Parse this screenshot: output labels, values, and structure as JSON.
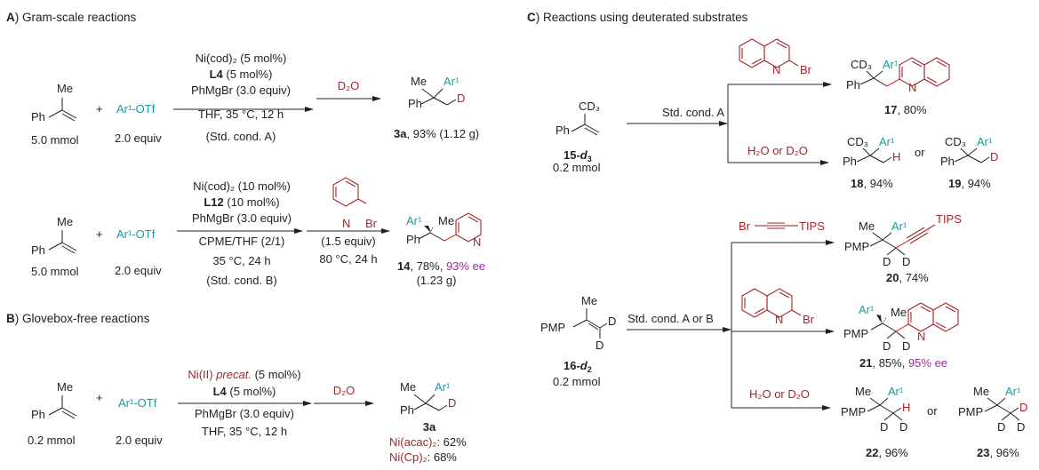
{
  "panelA": {
    "letter": "A",
    "title": ") Gram-scale reactions",
    "rxn1": {
      "substrate_me": "Me",
      "substrate_ph": "Ph",
      "substrate_amount": "5.0 mmol",
      "plus": "+",
      "reagent": "Ar¹-OTf",
      "reagent_amount": "2.0 equiv",
      "cond_line1": "Ni(cod)₂ (5 mol%)",
      "cond_line2_bold": "L4",
      "cond_line2_rest": " (5 mol%)",
      "cond_line3": "PhMgBr (3.0 equiv)",
      "cond_line4": "THF, 35 °C, 12 h",
      "cond_line5": "(Std. cond. A)",
      "quench": "D₂O",
      "product_me": "Me",
      "product_ar": "Ar¹",
      "product_ph": "Ph",
      "product_d": "D",
      "product_id": "3a",
      "product_yield": ", 93% (1.12 g)"
    },
    "rxn2": {
      "substrate_me": "Me",
      "substrate_ph": "Ph",
      "substrate_amount": "5.0 mmol",
      "plus": "+",
      "reagent": "Ar¹-OTf",
      "reagent_amount": "2.0 equiv",
      "cond_line1": "Ni(cod)₂ (10 mol%)",
      "cond_line2_bold": "L12",
      "cond_line2_rest": " (10 mol%)",
      "cond_line3": "PhMgBr (3.0 equiv)",
      "cond_line4": "CPME/THF (2/1)",
      "cond_line5": "35 °C, 24 h",
      "cond_line6": "(Std. cond. B)",
      "electrophile_n": "N",
      "electrophile_br": "Br",
      "electrophile_amount": "(1.5 equiv)",
      "electrophile_cond": "80 °C, 24 h",
      "product_ar": "Ar¹",
      "product_me": "Me",
      "product_ph": "Ph",
      "product_n": "N",
      "product_id": "14",
      "product_yield": ", 78%, ",
      "product_ee": "93% ee",
      "product_mass": "(1.23 g)"
    }
  },
  "panelB": {
    "letter": "B",
    "title": ") Glovebox-free reactions",
    "substrate_me": "Me",
    "substrate_ph": "Ph",
    "substrate_amount": "0.2 mmol",
    "plus": "+",
    "reagent": "Ar¹-OTf",
    "reagent_amount": "2.0 equiv",
    "cond_line1_red": "Ni(II) ",
    "cond_line1_italic": "precat.",
    "cond_line1_rest": " (5 mol%)",
    "cond_line2_bold": "L4",
    "cond_line2_rest": " (5 mol%)",
    "cond_line3": "PhMgBr (3.0 equiv)",
    "cond_line4": "THF, 35 °C, 12 h",
    "quench": "D₂O",
    "product_me": "Me",
    "product_ar": "Ar¹",
    "product_ph": "Ph",
    "product_d": "D",
    "product_id": "3a",
    "yields": [
      {
        "catalyst": "Ni(acac)₂",
        "value": ": 62%"
      },
      {
        "catalyst": "Ni(Cp)₂",
        "value": ": 68%"
      }
    ]
  },
  "panelC": {
    "letter": "C",
    "title": ") Reactions using deuterated substrates",
    "top": {
      "substrate_cd3": "CD₃",
      "substrate_ph": "Ph",
      "substrate_id": "15-",
      "substrate_id_italic": "d",
      "substrate_id_sub": "3",
      "substrate_amount": "0.2 mmol",
      "cond": "Std. cond. A",
      "electrophile_n": "N",
      "electrophile_br": "Br",
      "quench": "H₂O or D₂O",
      "p17": {
        "cd3": "CD₃",
        "ar": "Ar¹",
        "ph": "Ph",
        "n": "N",
        "id": "17",
        "yield": ", 80%"
      },
      "p18": {
        "cd3": "CD₃",
        "ar": "Ar¹",
        "ph": "Ph",
        "x": "H",
        "id": "18",
        "yield": ", 94%"
      },
      "or": "or",
      "p19": {
        "cd3": "CD₃",
        "ar": "Ar¹",
        "ph": "Ph",
        "x": "D",
        "id": "19",
        "yield": ", 94%"
      }
    },
    "bottom": {
      "substrate_me": "Me",
      "substrate_pmp": "PMP",
      "substrate_d1": "D",
      "substrate_d2": "D",
      "substrate_id": "16-",
      "substrate_id_italic": "d",
      "substrate_id_sub": "2",
      "substrate_amount": "0.2 mmol",
      "cond": "Std. cond. A or B",
      "alkyne_br": "Br",
      "alkyne_tips": "TIPS",
      "electrophile_n": "N",
      "electrophile_br": "Br",
      "quench": "H₂O or D₂O",
      "p20": {
        "me": "Me",
        "ar": "Ar¹",
        "pmp": "PMP",
        "d1": "D",
        "d2": "D",
        "tips": "TIPS",
        "id": "20",
        "yield": ", 74%"
      },
      "p21": {
        "ar": "Ar¹",
        "me": "Me",
        "pmp": "PMP",
        "d1": "D",
        "d2": "D",
        "n": "N",
        "id": "21",
        "yield": ", 85%, ",
        "ee": "95% ee"
      },
      "p22": {
        "me": "Me",
        "ar": "Ar¹",
        "pmp": "PMP",
        "x": "H",
        "d1": "D",
        "d2": "D",
        "id": "22",
        "yield": ", 96%"
      },
      "or": "or",
      "p23": {
        "me": "Me",
        "ar": "Ar¹",
        "pmp": "PMP",
        "x": "D",
        "d1": "D",
        "d2": "D",
        "id": "23",
        "yield": ", 96%"
      }
    }
  }
}
